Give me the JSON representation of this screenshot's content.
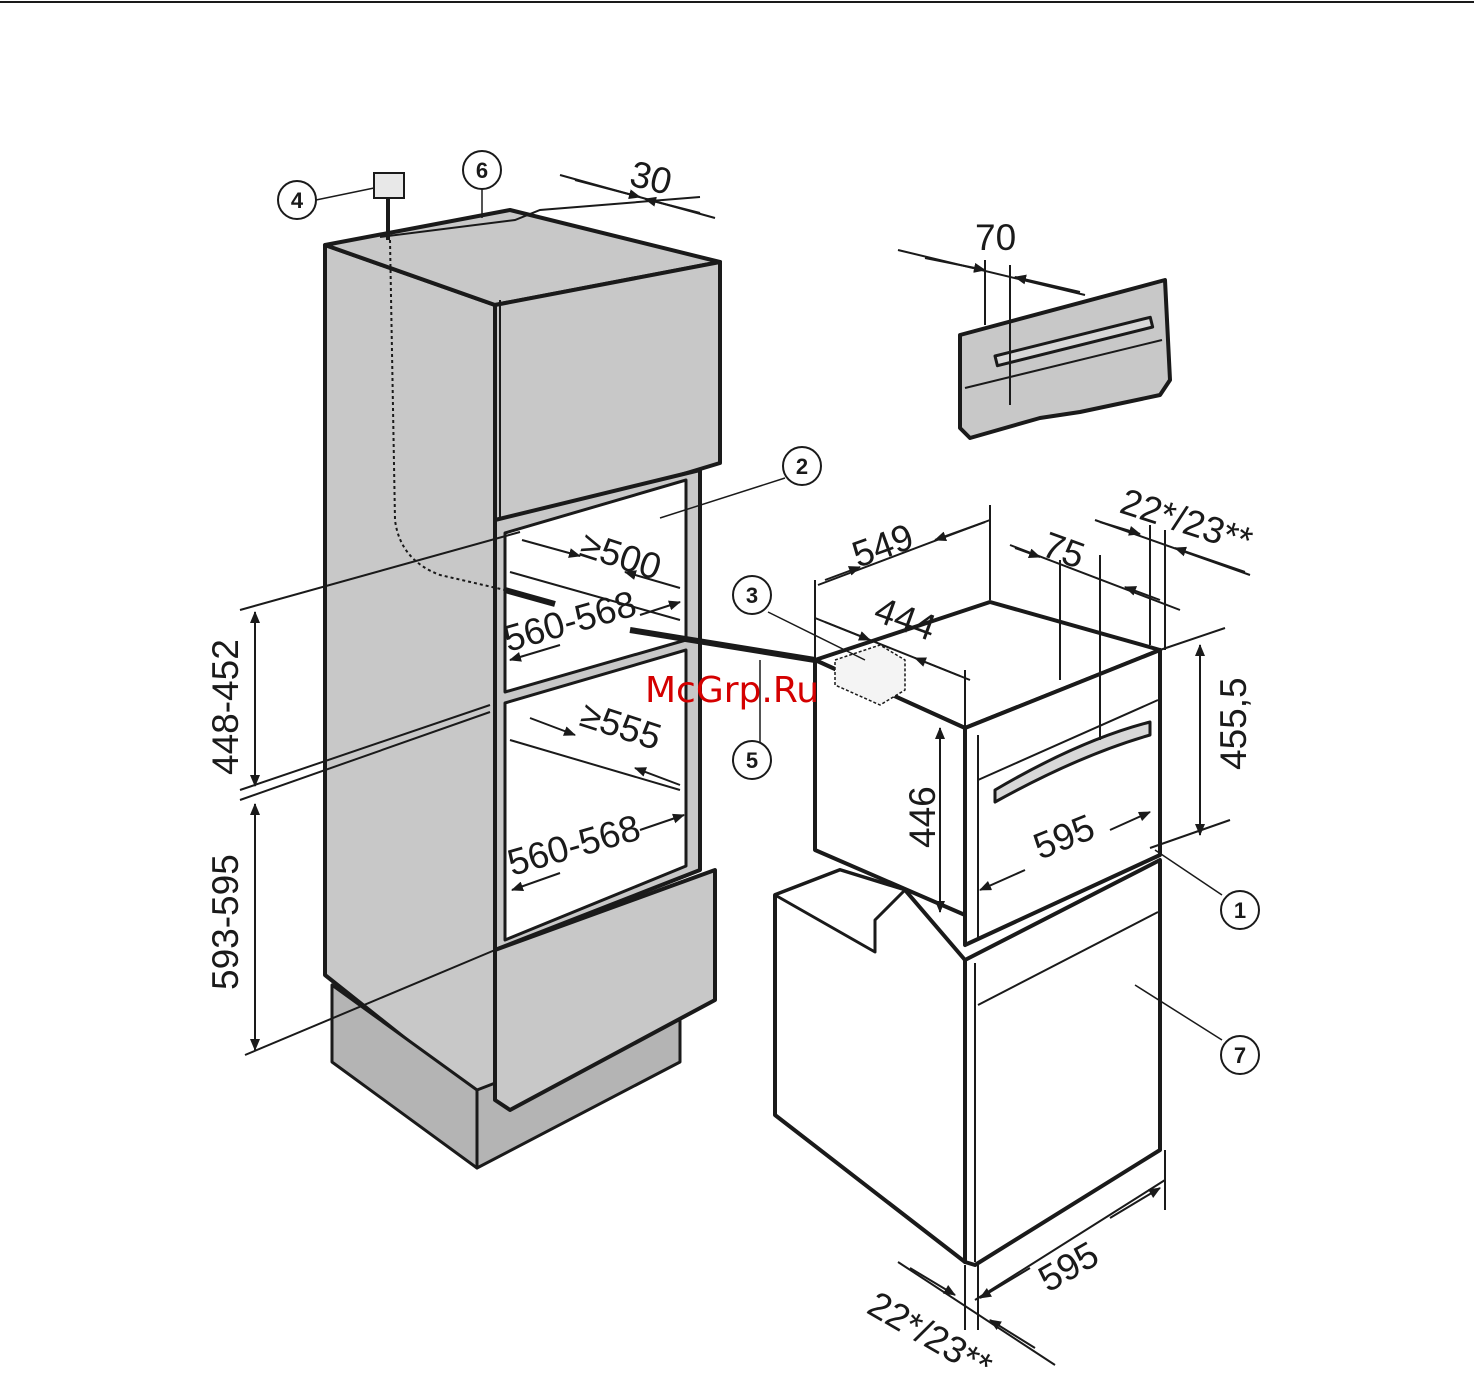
{
  "watermark": "McGrp.Ru",
  "callouts": {
    "c1": "1",
    "c2": "2",
    "c3": "3",
    "c4": "4",
    "c5": "5",
    "c6": "6",
    "c7": "7"
  },
  "dimensions": {
    "d30": "30",
    "d70": "70",
    "d549": "549",
    "d75": "75",
    "d22_23_top": "22*/23**",
    "d500": "≥500",
    "d560_568_upper": "560-568",
    "d444": "444",
    "d555": "≥555",
    "d560_568_lower": "560-568",
    "d448_452": "448-452",
    "d593_595": "593-595",
    "d455_5": "455,5",
    "d446": "446",
    "d595_front": "595",
    "d595_bottom": "595",
    "d22_23_bottom": "22*/23**"
  },
  "colors": {
    "panel": "#c8c8c8",
    "panel_dark": "#b4b4b4",
    "line": "#1a1a1a",
    "watermark": "#d40000"
  }
}
